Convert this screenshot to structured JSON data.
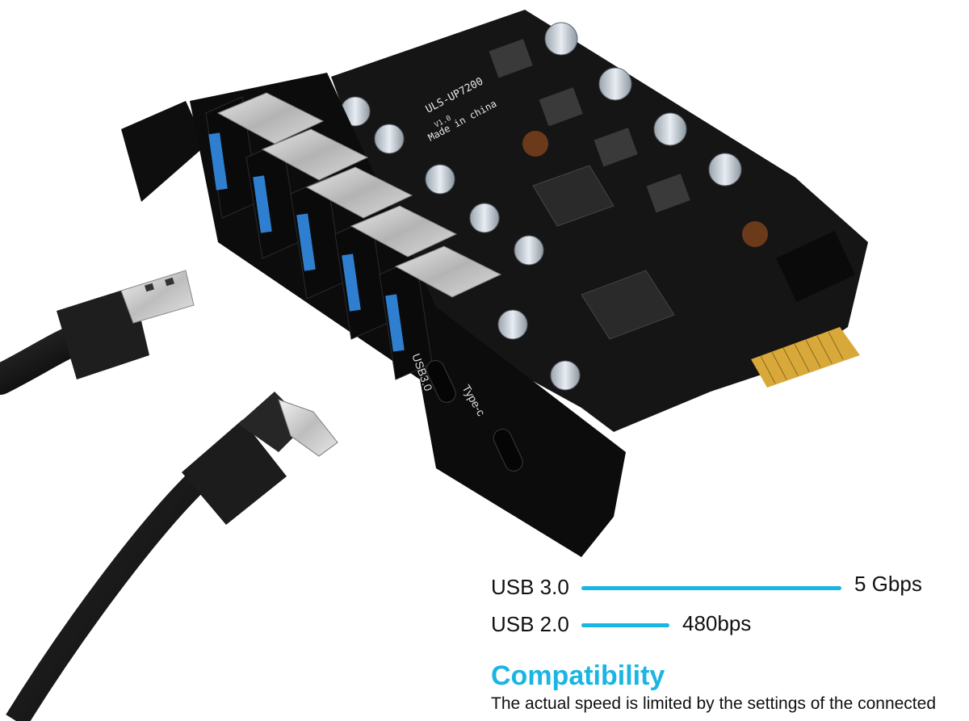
{
  "colors": {
    "accent": "#19b5e3",
    "pcb": "#141414",
    "bracket": "#0d0d0d",
    "usb3_blue": "#2f7fd0",
    "gold": "#d8a93a",
    "text": "#111111"
  },
  "board": {
    "model": "ULS-UP7200",
    "version": "V1.0",
    "made_in": "Made in china",
    "port_label_usb": "USB3.0",
    "port_label_typec": "Type-c"
  },
  "specs": [
    {
      "label": "USB 3.0",
      "value": "5 Gbps",
      "bar_fraction": 1.0
    },
    {
      "label": "USB 2.0",
      "value": "480bps",
      "bar_fraction": 0.34
    }
  ],
  "compatibility": {
    "title": "Compatibility",
    "text": "The actual speed is limited by the settings of the connected"
  },
  "icons": [
    "usb-a-connector-icon",
    "usb-c-connector-icon"
  ]
}
